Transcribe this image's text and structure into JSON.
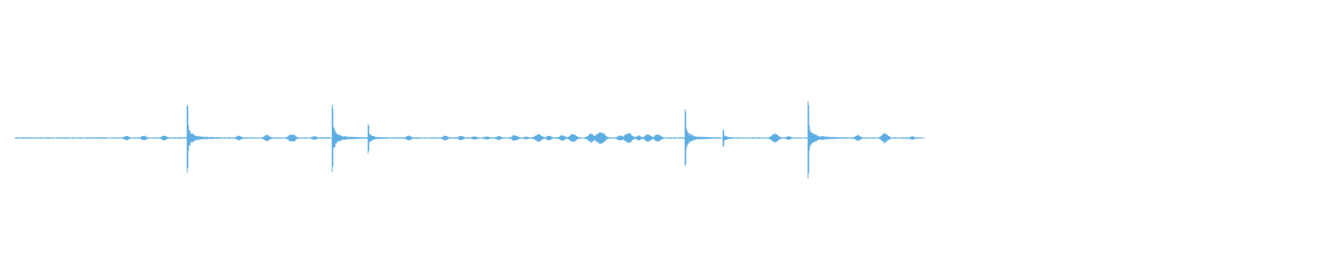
{
  "waveform": {
    "color": "#5dade2",
    "background": "#ffffff",
    "transients": [
      {
        "time": 0.196,
        "amplitude": 0.87
      },
      {
        "time": 0.361,
        "amplitude": 0.88
      },
      {
        "time": 0.402,
        "amplitude": 0.38
      },
      {
        "time": 0.763,
        "amplitude": 0.77
      },
      {
        "time": 0.806,
        "amplitude": 0.23
      },
      {
        "time": 0.903,
        "amplitude": 1.0
      }
    ],
    "blips": [
      {
        "time": 0.127,
        "amplitude": 0.06
      },
      {
        "time": 0.147,
        "amplitude": 0.07
      },
      {
        "time": 0.17,
        "amplitude": 0.07
      },
      {
        "time": 0.255,
        "amplitude": 0.07
      },
      {
        "time": 0.287,
        "amplitude": 0.09
      },
      {
        "time": 0.315,
        "amplitude": 0.12
      },
      {
        "time": 0.341,
        "amplitude": 0.06
      },
      {
        "time": 0.448,
        "amplitude": 0.07
      },
      {
        "time": 0.49,
        "amplitude": 0.07
      },
      {
        "time": 0.508,
        "amplitude": 0.07
      },
      {
        "time": 0.523,
        "amplitude": 0.05
      },
      {
        "time": 0.537,
        "amplitude": 0.05
      },
      {
        "time": 0.551,
        "amplitude": 0.06
      },
      {
        "time": 0.569,
        "amplitude": 0.09
      },
      {
        "time": 0.582,
        "amplitude": 0.04
      },
      {
        "time": 0.596,
        "amplitude": 0.12
      },
      {
        "time": 0.608,
        "amplitude": 0.07
      },
      {
        "time": 0.623,
        "amplitude": 0.08
      },
      {
        "time": 0.635,
        "amplitude": 0.12
      },
      {
        "time": 0.656,
        "amplitude": 0.12
      },
      {
        "time": 0.667,
        "amplitude": 0.19
      },
      {
        "time": 0.689,
        "amplitude": 0.08
      },
      {
        "time": 0.698,
        "amplitude": 0.15
      },
      {
        "time": 0.71,
        "amplitude": 0.07
      },
      {
        "time": 0.721,
        "amplitude": 0.11
      },
      {
        "time": 0.732,
        "amplitude": 0.11
      },
      {
        "time": 0.865,
        "amplitude": 0.13
      },
      {
        "time": 0.881,
        "amplitude": 0.05
      },
      {
        "time": 0.96,
        "amplitude": 0.08
      },
      {
        "time": 0.99,
        "amplitude": 0.13
      },
      {
        "time": 1.022,
        "amplitude": 0.05
      }
    ],
    "seed": 7
  }
}
